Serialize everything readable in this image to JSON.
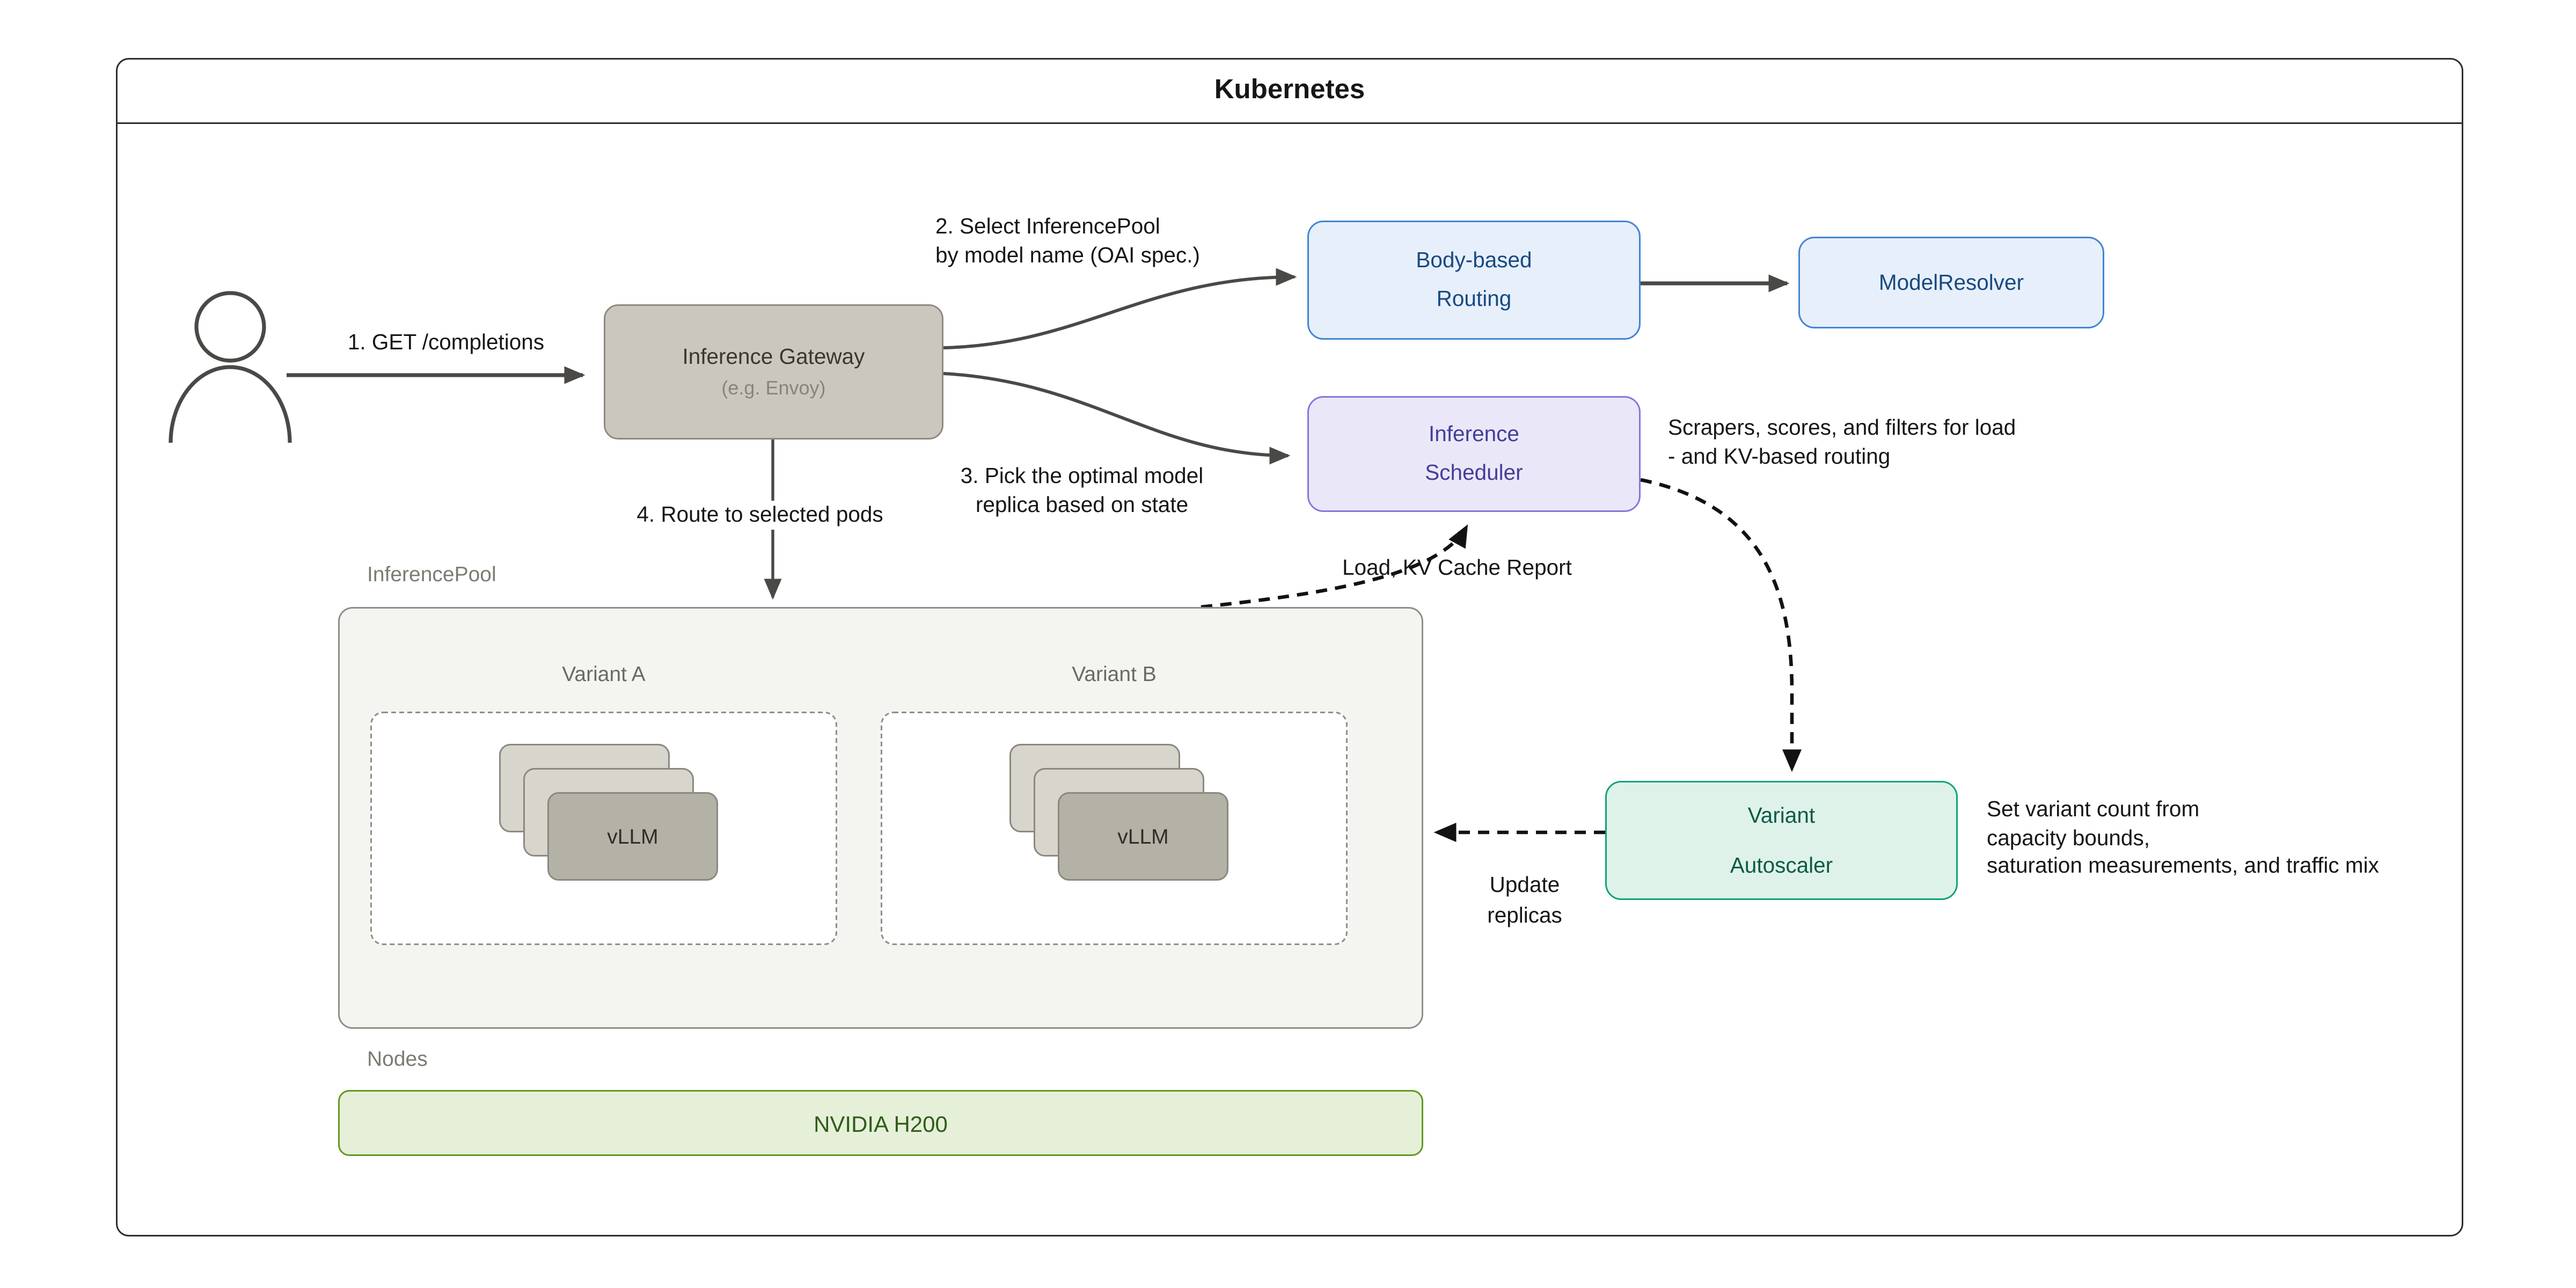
{
  "frame": {
    "title": "Kubernetes"
  },
  "nodes": {
    "gateway": {
      "title": "Inference Gateway",
      "subtitle": "(e.g. Envoy)"
    },
    "body_based_routing": {
      "label": "Body-based\nRouting"
    },
    "model_resolver": {
      "label": "ModelResolver"
    },
    "inference_scheduler": {
      "label": "Inference\nScheduler"
    },
    "variant_autoscaler": {
      "label": "Variant\nAutoscaler"
    },
    "nvidia_node": {
      "label": "NVIDIA H200"
    }
  },
  "pool": {
    "label": "InferencePool",
    "variants": [
      {
        "name": "Variant A",
        "pod": "vLLM"
      },
      {
        "name": "Variant B",
        "pod": "vLLM"
      }
    ]
  },
  "nodes_label": "Nodes",
  "annotations": {
    "step1": "1. GET /completions",
    "step2": "2. Select InferencePool\nby model name (OAI spec.)",
    "step3": "3. Pick the optimal model\nreplica based on state",
    "step4": "4. Route to selected pods",
    "scrapers": "Scrapers, scores, and filters for load\n- and KV-based routing",
    "load_report": "Load, KV Cache Report",
    "update_replicas": "Update\nreplicas",
    "set_variant_count": "Set variant count from\ncapacity bounds,\nsaturation measurements, and traffic mix"
  },
  "icons": {
    "user": "person-outline"
  },
  "colors": {
    "frame-border": "#2e2d2b",
    "ink": "#161616",
    "gray-label": "#7c7b73",
    "gray-label-dark": "#6b6a62",
    "arrow": "#4a4945",
    "dashed-arrow": "#121212",
    "blue-fill": "#e7effb",
    "blue-border": "#4285d2",
    "blue-text": "#174a80",
    "purple-fill": "#eae8f8",
    "purple-border": "#8278de",
    "purple-text": "#433e98",
    "teal-fill": "#def2ea",
    "teal-border": "#0fa37e",
    "teal-text": "#0b5b45",
    "lime-fill": "#e6f0d9",
    "lime-border": "#61991f",
    "lime-text": "#2f5c18",
    "tan-fill": "#cbc7be",
    "tan-border": "#8d8a80",
    "tan-text": "#393731",
    "tan-subtext": "#87847a",
    "pool-fill": "#f4f4f1",
    "pool-border": "#8f8f87",
    "card-back-fill": "#d7d5cc",
    "card-front-fill": "#b4b1a6",
    "card-border": "#8b897f",
    "card-text": "#2f2d27"
  }
}
